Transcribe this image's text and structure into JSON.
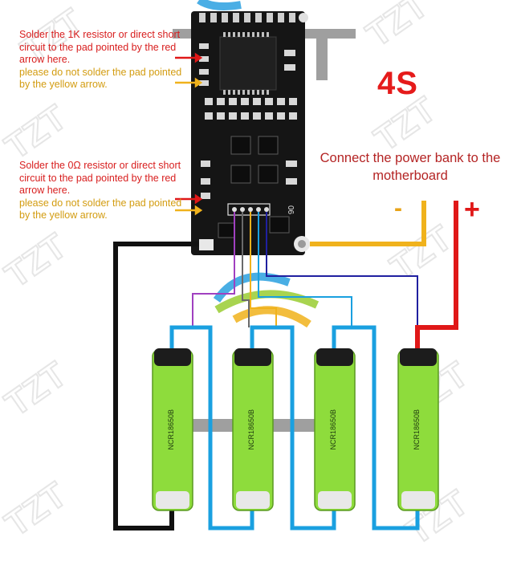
{
  "notes": {
    "top": {
      "red": "Solder the 1K resistor or direct short circuit to the pad pointed by the red arrow here.",
      "yellow": "please do not solder the pad pointed by the yellow arrow."
    },
    "bottom": {
      "red": "Solder the 0Ω resistor or direct short circuit to the pad pointed by the red arrow here.",
      "yellow": "please do not solder the pad pointed by the yellow arrow."
    }
  },
  "series_label": "4S",
  "power_instruction": "Connect the power bank to the motherboard",
  "minus_label": "-",
  "plus_label": "+",
  "board_code": "06",
  "watermark": "TZT",
  "battery_model": "NCR18650B",
  "battery_count": 4,
  "colors": {
    "red_text": "#d81e1e",
    "yellow_text": "#d39c10",
    "wire_red": "#e01818",
    "wire_yellow": "#f0b21c",
    "wire_blue": "#1aa0e0",
    "wire_black": "#111111",
    "battery_green": "#8edc3c"
  }
}
